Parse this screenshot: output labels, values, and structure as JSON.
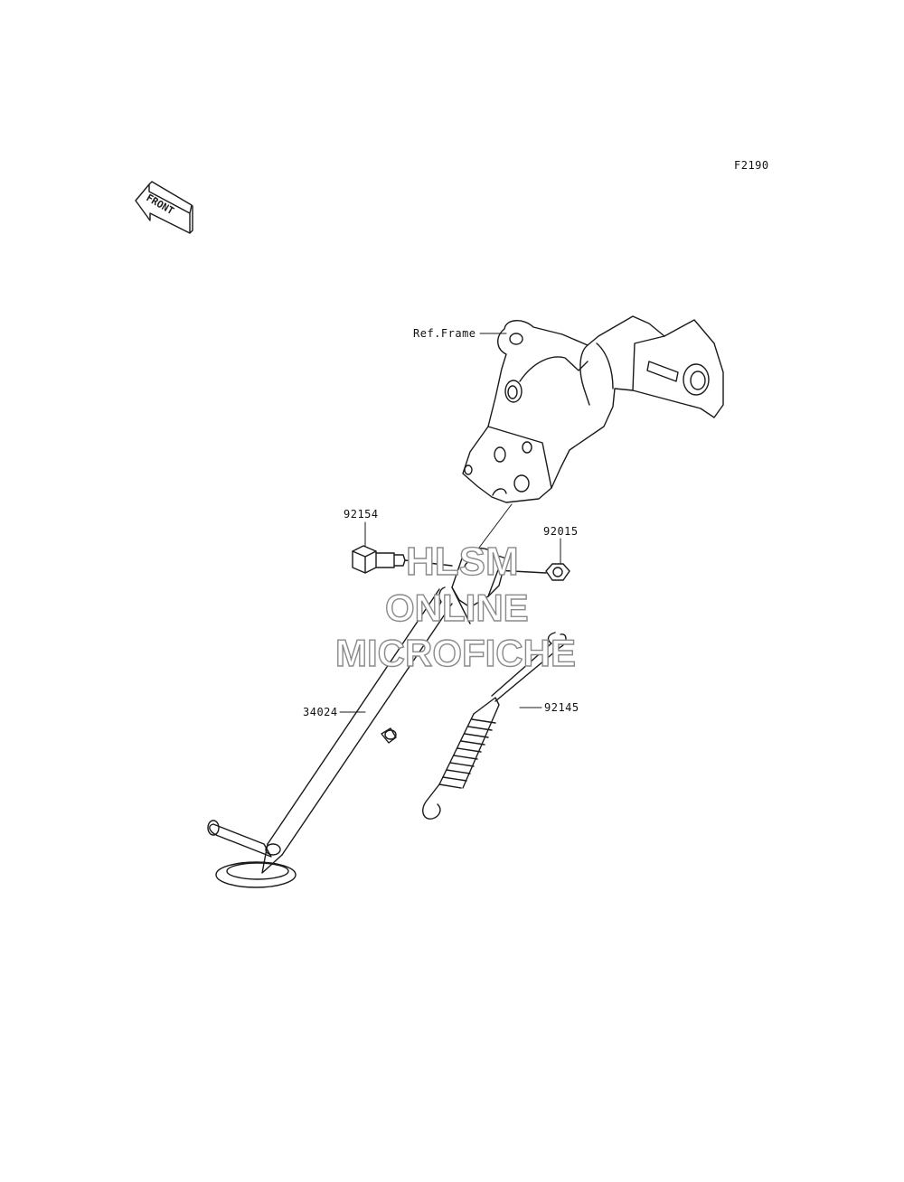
{
  "figure_code": "F2190",
  "front_arrow_text": "FRONT",
  "labels": {
    "ref_frame": "Ref.Frame",
    "bolt": "92154",
    "nut": "92015",
    "stand": "34024",
    "spring": "92145"
  },
  "watermark": {
    "line1": "HLSM",
    "line2": "ONLINE",
    "line3": "MICROFICHE"
  },
  "colors": {
    "line": "#1a1a1a",
    "watermark_outline": "#8a8a8a"
  }
}
